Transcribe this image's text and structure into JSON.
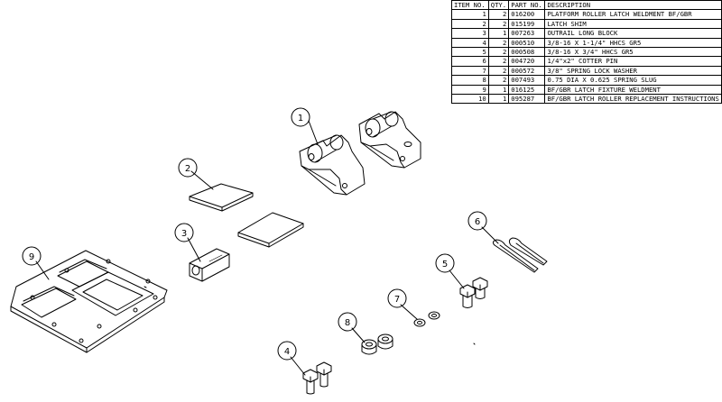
{
  "bom": {
    "headers": [
      "ITEM NO.",
      "QTY.",
      "PART NO.",
      "DESCRIPTION"
    ],
    "rows": [
      [
        "1",
        "2",
        "016200",
        "PLATFORM ROLLER LATCH WELDMENT BF/GBR"
      ],
      [
        "2",
        "2",
        "015199",
        "LATCH SHIM"
      ],
      [
        "3",
        "1",
        "007263",
        "OUTRAIL LONG BLOCK"
      ],
      [
        "4",
        "2",
        "000510",
        "3/8-16 X 1-1/4\" HHCS GR5"
      ],
      [
        "5",
        "2",
        "000508",
        "3/8-16 X 3/4\" HHCS GR5"
      ],
      [
        "6",
        "2",
        "004720",
        "1/4\"x2\" COTTER PIN"
      ],
      [
        "7",
        "2",
        "000572",
        "3/8\" SPRING LOCK WASHER"
      ],
      [
        "8",
        "2",
        "007493",
        "0.75 DIA X 0.625 SPRING SLUG"
      ],
      [
        "9",
        "1",
        "016125",
        "BF/GBR LATCH FIXTURE WELDMENT"
      ],
      [
        "10",
        "1",
        "095287",
        "BF/GBR LATCH ROLLER REPLACEMENT INSTRUCTIONS"
      ]
    ]
  },
  "balloons": {
    "b1": "1",
    "b2": "2",
    "b3": "3",
    "b4": "4",
    "b5": "5",
    "b6": "6",
    "b7": "7",
    "b8": "8",
    "b9": "9"
  },
  "colors": {
    "line": "#000000",
    "background": "#ffffff"
  }
}
